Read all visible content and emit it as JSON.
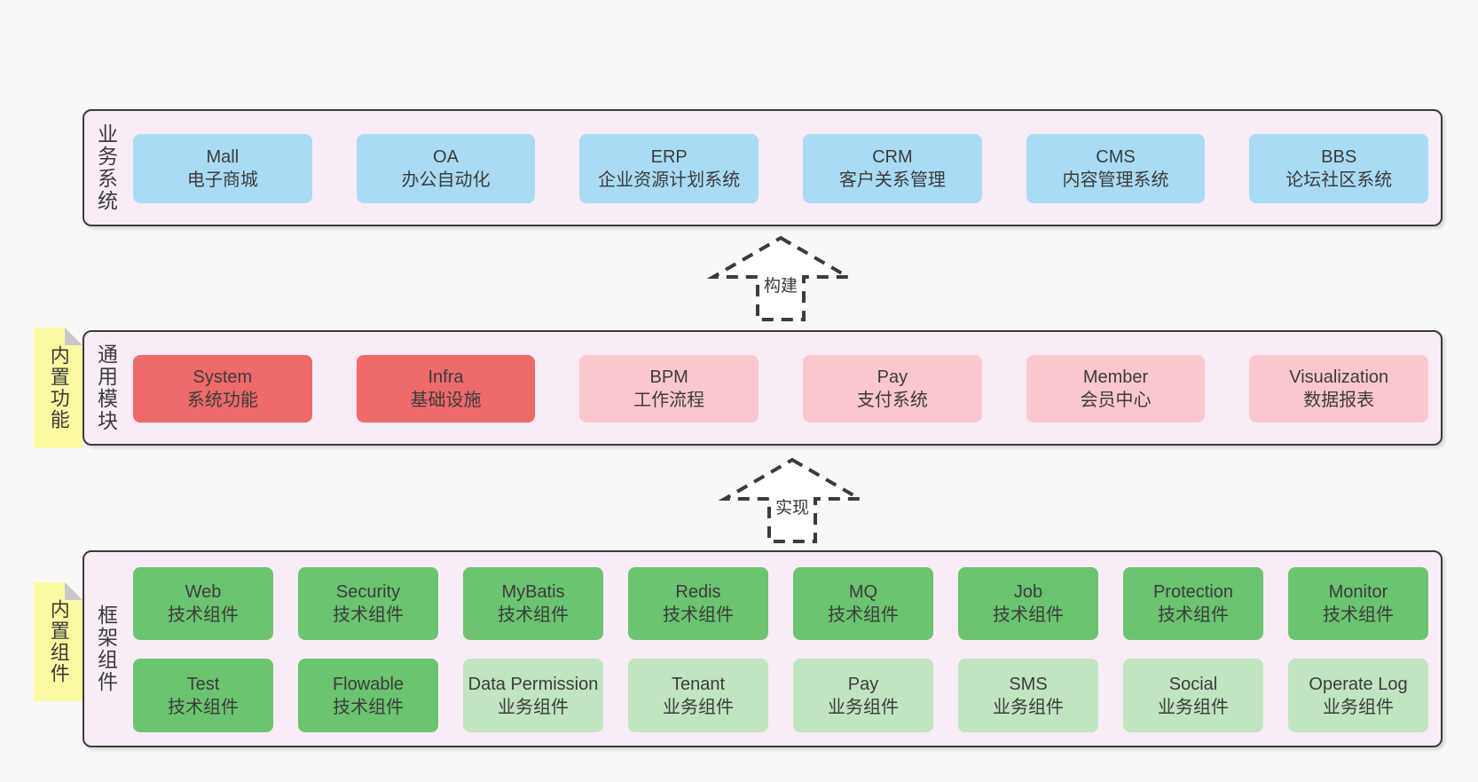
{
  "diagram": {
    "arrows": {
      "build": "构建",
      "implement": "实现"
    },
    "colors": {
      "page_background": "#f8f8f8",
      "panel_background": "#f8edf6",
      "panel_border": "#3b3b3b",
      "business_node": "#a9dcf4",
      "core_module_node": "#ee6a6b",
      "module_node": "#fbc7ce",
      "tech_component_node": "#6bc46f",
      "biz_component_node": "#c0e5c0",
      "note_background": "#fcf9a3",
      "note_fold": "#c8c8c8"
    },
    "sections": {
      "business": {
        "label": "业务系统",
        "items": [
          {
            "name": "Mall",
            "subtitle": "电子商城"
          },
          {
            "name": "OA",
            "subtitle": "办公自动化"
          },
          {
            "name": "ERP",
            "subtitle": "企业资源计划系统"
          },
          {
            "name": "CRM",
            "subtitle": "客户关系管理"
          },
          {
            "name": "CMS",
            "subtitle": "内容管理系统"
          },
          {
            "name": "BBS",
            "subtitle": "论坛社区系统"
          }
        ]
      },
      "modules": {
        "label": "通用模块",
        "tag": "内置功能",
        "items": [
          {
            "name": "System",
            "subtitle": "系统功能"
          },
          {
            "name": "Infra",
            "subtitle": "基础设施"
          },
          {
            "name": "BPM",
            "subtitle": "工作流程"
          },
          {
            "name": "Pay",
            "subtitle": "支付系统"
          },
          {
            "name": "Member",
            "subtitle": "会员中心"
          },
          {
            "name": "Visualization",
            "subtitle": "数据报表"
          }
        ]
      },
      "framework": {
        "label": "框架组件",
        "tag": "内置组件",
        "row1": [
          {
            "name": "Web",
            "subtitle": "技术组件"
          },
          {
            "name": "Security",
            "subtitle": "技术组件"
          },
          {
            "name": "MyBatis",
            "subtitle": "技术组件"
          },
          {
            "name": "Redis",
            "subtitle": "技术组件"
          },
          {
            "name": "MQ",
            "subtitle": "技术组件"
          },
          {
            "name": "Job",
            "subtitle": "技术组件"
          },
          {
            "name": "Protection",
            "subtitle": "技术组件"
          },
          {
            "name": "Monitor",
            "subtitle": "技术组件"
          }
        ],
        "row2": [
          {
            "name": "Test",
            "subtitle": "技术组件"
          },
          {
            "name": "Flowable",
            "subtitle": "技术组件"
          },
          {
            "name": "Data Permission",
            "subtitle": "业务组件"
          },
          {
            "name": "Tenant",
            "subtitle": "业务组件"
          },
          {
            "name": "Pay",
            "subtitle": "业务组件"
          },
          {
            "name": "SMS",
            "subtitle": "业务组件"
          },
          {
            "name": "Social",
            "subtitle": "业务组件"
          },
          {
            "name": "Operate Log",
            "subtitle": "业务组件"
          }
        ]
      }
    }
  }
}
